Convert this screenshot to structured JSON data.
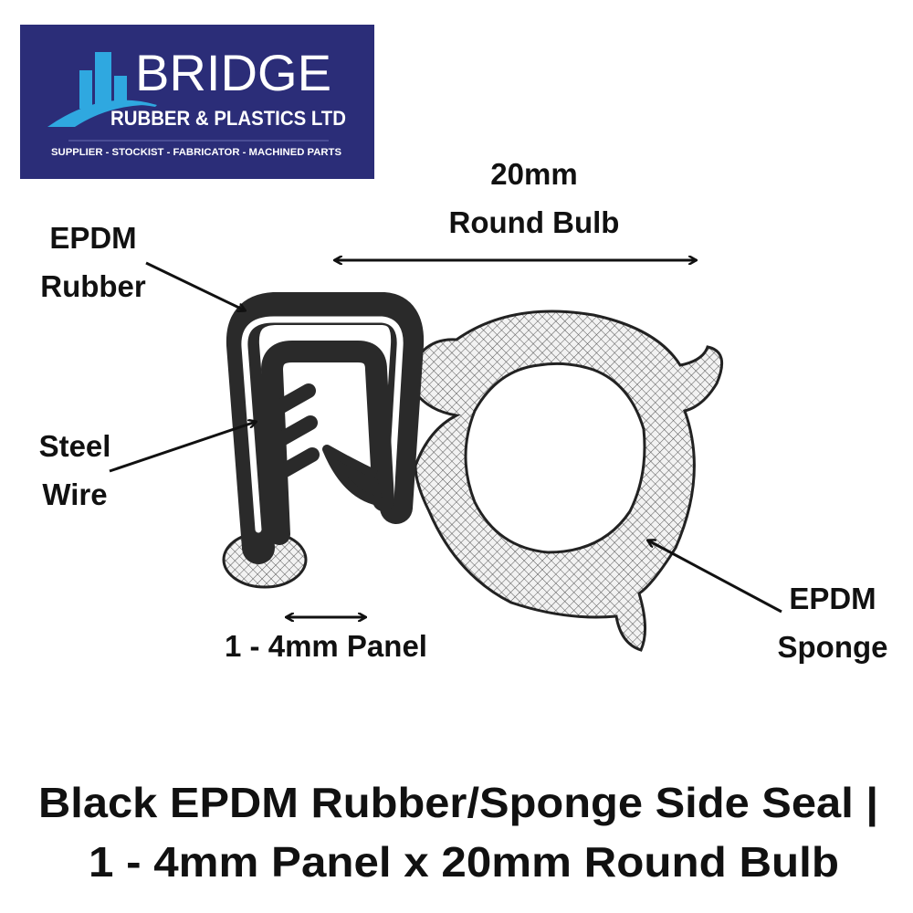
{
  "logo": {
    "brand": "BRIDGE",
    "company": "RUBBER & PLASTICS LTD",
    "tagline": "SUPPLIER - STOCKIST - FABRICATOR - MACHINED PARTS",
    "bg_color": "#2b2d78",
    "icon_color": "#2fa8e0"
  },
  "labels": {
    "bulb_size": "20mm",
    "bulb_name": "Round Bulb",
    "rubber_line1": "EPDM",
    "rubber_line2": "Rubber",
    "wire_line1": "Steel",
    "wire_line2": "Wire",
    "sponge_line1": "EPDM",
    "sponge_line2": "Sponge",
    "panel": "1 - 4mm Panel"
  },
  "title": {
    "line1": "Black EPDM Rubber/Sponge Side Seal |",
    "line2": "1 - 4mm Panel x 20mm Round Bulb"
  }
}
